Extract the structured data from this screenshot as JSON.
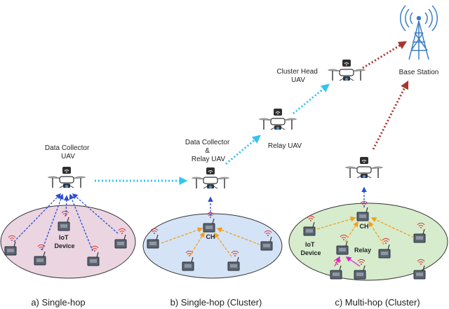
{
  "labels": {
    "data_collector_uav": [
      "Data Collector",
      "UAV"
    ],
    "data_collector_relay_uav": [
      "Data Collector",
      "&",
      "Relay UAV"
    ],
    "relay_uav": "Relay UAV",
    "cluster_head_uav": [
      "Cluster Head",
      "UAV"
    ],
    "base_station": "Base Station",
    "iot_device_a": [
      "IoT",
      "Device"
    ],
    "iot_device_c": [
      "IoT",
      "Device"
    ],
    "ch_b": "CH",
    "ch_c": "CH",
    "relay_c": "Relay"
  },
  "captions": {
    "a": "a) Single-hop",
    "b": "b) Single-hop (Cluster)",
    "c": "c) Multi-hop (Cluster)"
  },
  "colors": {
    "ellipse_a": "#ead5e1",
    "ellipse_b": "#d5e3f6",
    "ellipse_c": "#d6eccd",
    "arrow_blue": "#2c4ccc",
    "arrow_orange": "#f0a020",
    "arrow_pink": "#e020d0",
    "arrow_cyan": "#35c4ee",
    "arrow_red": "#a83530"
  }
}
